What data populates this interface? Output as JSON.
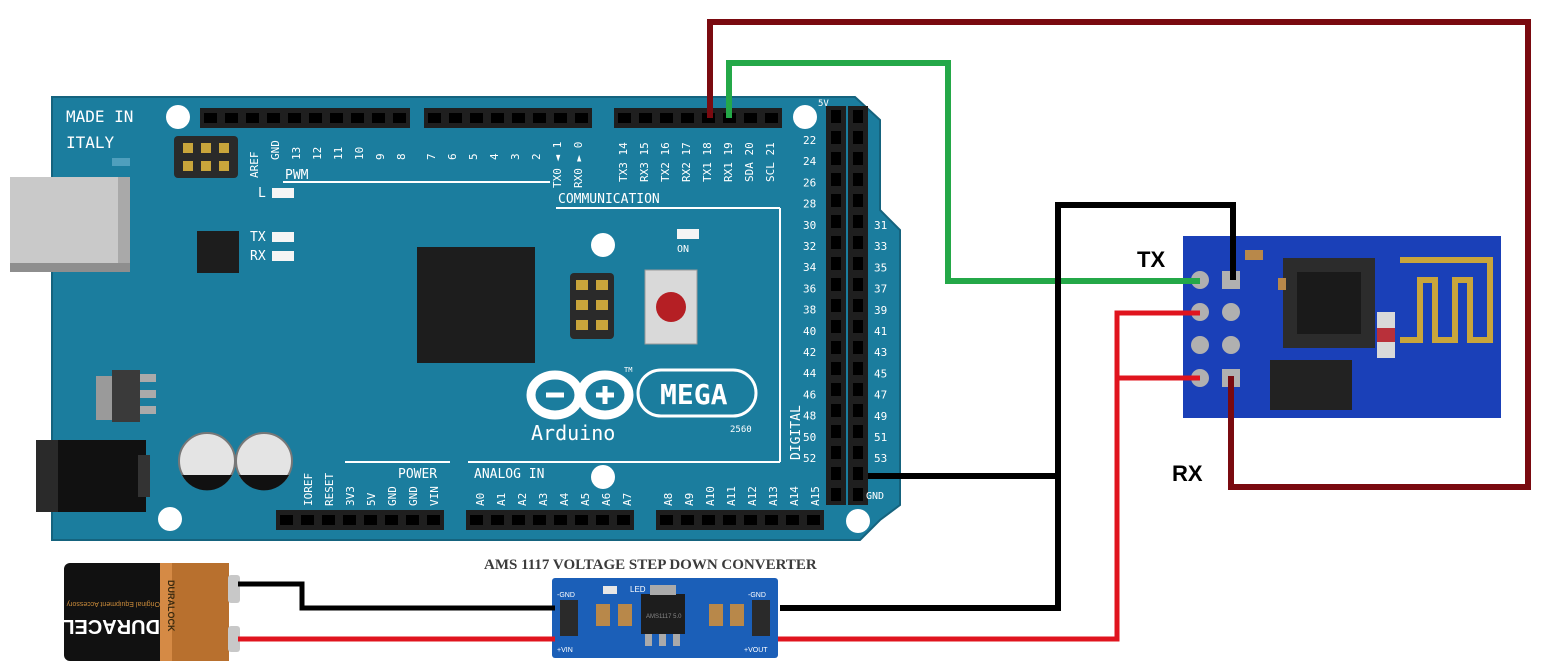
{
  "board": {
    "made_in": "MADE IN",
    "italy": "ITALY",
    "pwm": "PWM",
    "communication": "COMMUNICATION",
    "power": "POWER",
    "analog_in": "ANALOG IN",
    "digital": "DIGITAL",
    "arduino": "Arduino",
    "mega": "MEGA",
    "model": "2560",
    "tm": "TM",
    "led_l": "L",
    "led_tx": "TX",
    "led_rx": "RX",
    "led_on": "ON",
    "five_v": "5V",
    "gnd": "GND",
    "top_left_pins": [
      "AREF",
      "GND",
      "13",
      "12",
      "11",
      "10",
      "9",
      "8"
    ],
    "top_mid_pins": [
      "7",
      "6",
      "5",
      "4",
      "3",
      "2",
      "TX0 ◄ 1",
      "RX0 ► 0"
    ],
    "top_right_pins": [
      "TX3 14",
      "RX3 15",
      "TX2 16",
      "RX2 17",
      "TX1 18",
      "RX1 19",
      "SDA 20",
      "SCL 21"
    ],
    "right_col_a": [
      "22",
      "24",
      "26",
      "28",
      "30",
      "32",
      "34",
      "36",
      "38",
      "40",
      "42",
      "44",
      "46",
      "48",
      "50",
      "52"
    ],
    "right_col_b": [
      "31",
      "33",
      "35",
      "37",
      "39",
      "41",
      "43",
      "45",
      "47",
      "49",
      "51",
      "53"
    ],
    "power_pins": [
      "IOREF",
      "RESET",
      "3V3",
      "5V",
      "GND",
      "GND",
      "VIN"
    ],
    "analog_pins_1": [
      "A0",
      "A1",
      "A2",
      "A3",
      "A4",
      "A5",
      "A6",
      "A7"
    ],
    "analog_pins_2": [
      "A8",
      "A9",
      "A10",
      "A11",
      "A12",
      "A13",
      "A14",
      "A15"
    ]
  },
  "battery": {
    "brand": "DURACELL",
    "tagline": "Original Equipment Accessory",
    "side": "DURALOCK"
  },
  "converter": {
    "title": "AMS 1117 VOLTAGE STEP DOWN CONVERTER",
    "led": "LED",
    "chip": "AMS1117 5.0",
    "in_neg": "-GND",
    "in_pos": "+VIN",
    "out_neg": "-GND",
    "out_pos": "+VOUT"
  },
  "esp": {
    "tx_label": "TX",
    "rx_label": "RX"
  },
  "colors": {
    "board": "#1b7d9e",
    "wire_darkred": "#7a0a10",
    "wire_green": "#24a848",
    "wire_black": "#000000",
    "wire_red": "#e0141e",
    "esp_board": "#1a40b8"
  }
}
